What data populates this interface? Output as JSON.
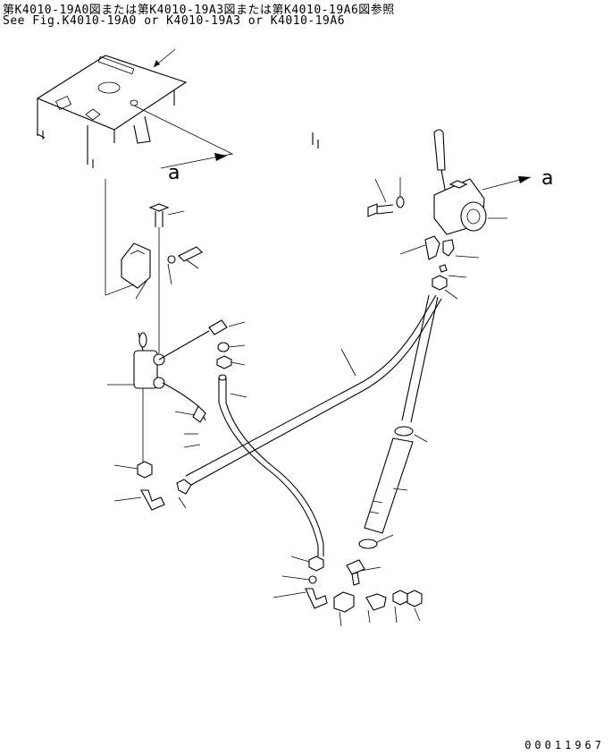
{
  "reference_note_jp": "第K4010-19A0図または第K4010-19A3図または第K4010-19A6図参照",
  "reference_note_en": "See Fig.K4010-19A0 or K4010-19A3 or K4010-19A6",
  "view_label_left": "a",
  "view_label_right": "a",
  "drawing_number": "00011967"
}
